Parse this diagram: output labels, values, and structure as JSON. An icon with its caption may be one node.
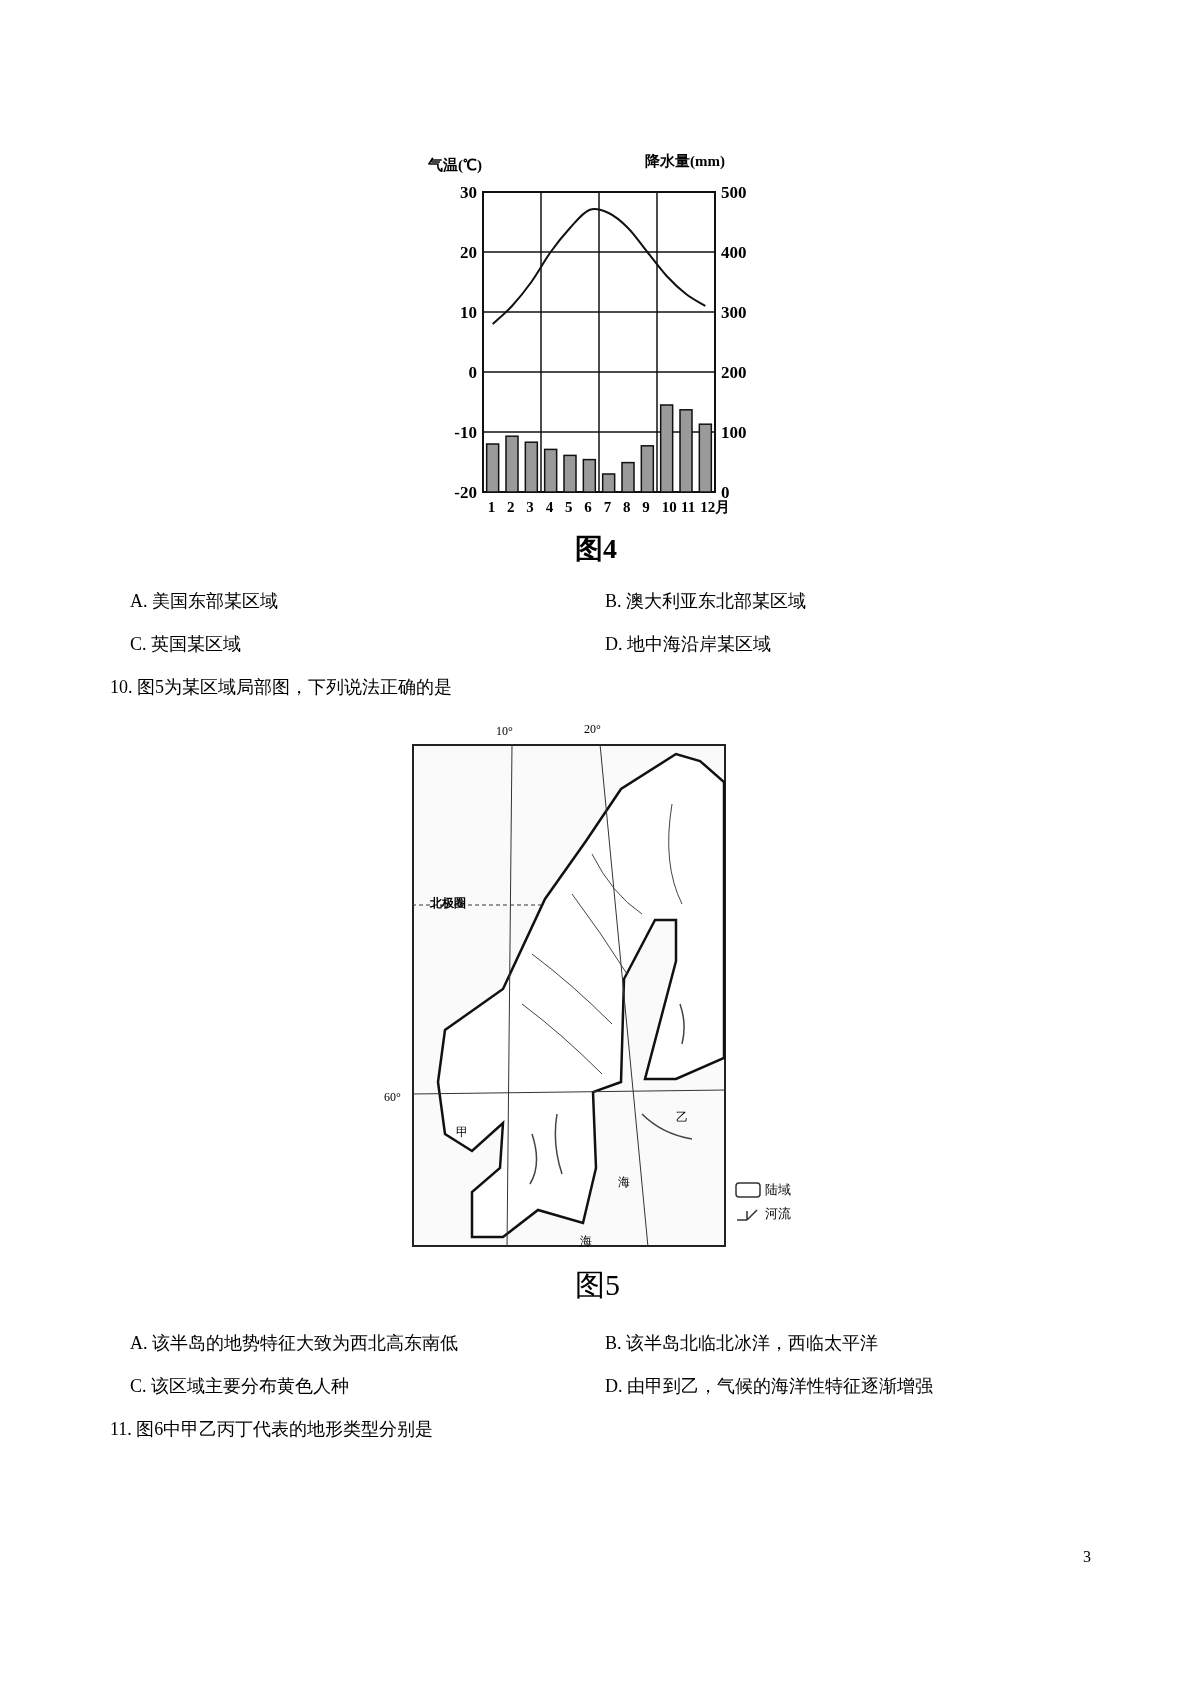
{
  "diagram": {
    "labels": [
      "图4",
      "A. 美国东部某区域",
      "B. 澳大利亚东北部某区域",
      "C. 英国某区域",
      "D. 地中海沿岸某区域",
      "10. 图5为某区域局部图，下列说法正确的是",
      "10°",
      "20°",
      "北极圈",
      "60°",
      "甲",
      "乙",
      "海",
      "海",
      "图5",
      "A. 该半岛的地势特征大致为西北高东南低",
      "B. 该半岛北临北冰洋，西临太平洋",
      "C. 该区域主要分布黄色人种",
      "D. 由甲到乙，气候的海洋性特征逐渐增强",
      "11. 图6中甲乙丙丁代表的地形类型分别是",
      "3"
    ],
    "legend": [
      {
        "text": "陆域"
      },
      {
        "text": "河流"
      }
    ],
    "chart_data": {
      "type": "bar",
      "grid": true,
      "ylabel": "气温(℃)",
      "y2label": "降水量(mm)",
      "categories": [
        "1",
        "2",
        "3",
        "4",
        "5",
        "6",
        "7",
        "8",
        "9",
        "10",
        "11",
        "12月"
      ],
      "ylim": [
        -20,
        30
      ],
      "yticks": [
        30,
        20,
        10,
        0,
        -10,
        -20
      ],
      "y2lim": [
        0,
        500
      ],
      "y2ticks": [
        500,
        400,
        300,
        200,
        100,
        0
      ],
      "series": [
        {
          "type": "line",
          "color": "#111111",
          "values": [
            8,
            11,
            15,
            20,
            24,
            27,
            26.5,
            24,
            20,
            16,
            13,
            11
          ]
        },
        {
          "axis": "y2",
          "color": "#9a9a9a",
          "values": [
            80,
            93,
            83,
            71,
            61,
            54,
            30,
            49,
            77,
            145,
            137,
            113
          ]
        }
      ]
    }
  }
}
